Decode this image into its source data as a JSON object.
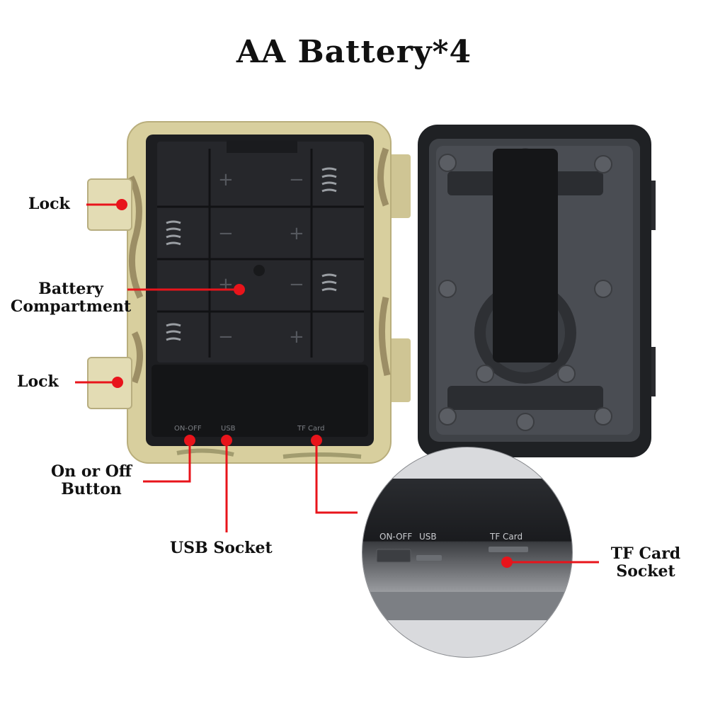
{
  "title": "AA Battery*4",
  "callouts": {
    "lock_top": "Lock",
    "battery_compartment_line1": "Battery",
    "battery_compartment_line2": "Compartment",
    "lock_bottom": "Lock",
    "on_off_line1": "On or Off",
    "on_off_line2": "Button",
    "usb_socket": "USB Socket",
    "tf_card_line1": "TF Card",
    "tf_card_line2": "Socket"
  },
  "device_markings": {
    "on_off": "ON-OFF",
    "usb": "USB",
    "tf_card": "TF Card",
    "plus": "+",
    "minus": "−"
  },
  "colors": {
    "callout_red": "#e8141b",
    "camo_tan": "#d8cf9e",
    "housing_black": "#1f2124"
  }
}
